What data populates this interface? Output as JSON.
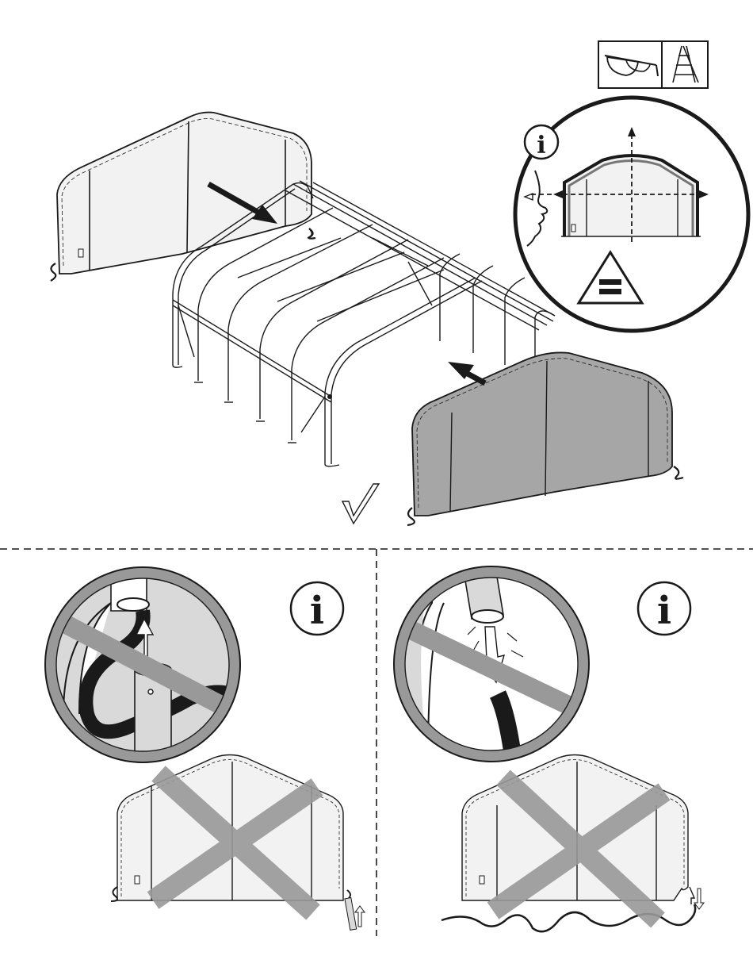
{
  "icons": {
    "top_panel": [
      "safety-glasses-icon",
      "ladder-icon"
    ],
    "info_symbol": "i",
    "level_symbol": "="
  },
  "colors": {
    "line": "#1a1a1a",
    "fabric_light": "#f0f0f0",
    "fabric_dark": "#a6a6a6",
    "prohibit_gray": "#999999",
    "prohibit_light": "#d9d9d9"
  },
  "panels": {
    "top": {
      "result": "correct",
      "check_symbol": "✓"
    },
    "bottom_left": {
      "result": "incorrect",
      "info_label": "i"
    },
    "bottom_right": {
      "result": "incorrect",
      "info_label": "i"
    }
  }
}
